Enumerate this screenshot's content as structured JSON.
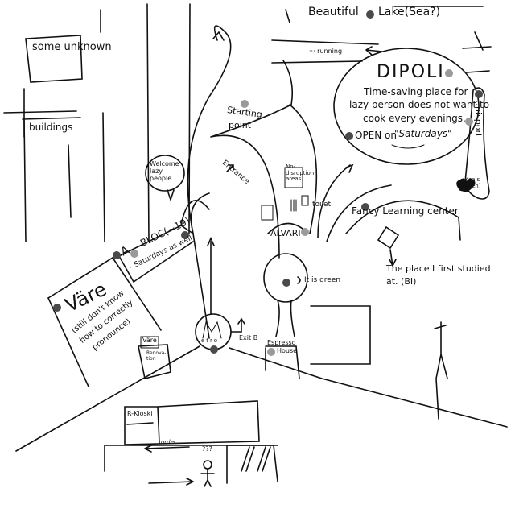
{
  "colors": {
    "ink": "#111111",
    "dot_dark": "#4a4a4a",
    "dot_light": "#9a9a9a"
  },
  "unknown": {
    "label": "some unknown",
    "buildings": "buildings"
  },
  "lake": {
    "beautiful": "Beautiful",
    "name": "Lake(Sea?)",
    "running": "··· running"
  },
  "dipoli": {
    "name": "DIPOLI",
    "desc1": "Time-saving place for",
    "desc2": "lazy person does not want to",
    "desc3": "cook every evenings.",
    "open": "OPEN on",
    "saturdays": "\"Saturdays\""
  },
  "unisport": {
    "name": "Unisport",
    "sub": "(Keals Fitten)"
  },
  "alvari": {
    "start": "Starting",
    "point": "point",
    "entrance": "Entrance",
    "no_disruption": "No-disruption areas",
    "info": "I",
    "toilet": "toilet",
    "name": "ALVARI"
  },
  "learning": {
    "name": "Fancy Learning center",
    "note1": "The place I first studied",
    "note2": "at. (BI)"
  },
  "tree": {
    "note": "It is green"
  },
  "welcome": {
    "text": "Welcome lazy people"
  },
  "abloc": {
    "a": "A",
    "name": "BLOC(~19)",
    "note": "- Saturdays as well"
  },
  "vare": {
    "name": "Väre",
    "note1": "(still don't know",
    "note2": "how to correctly",
    "note3": "pronounce)"
  },
  "vare_small": {
    "name": "Väre",
    "renovation": "Renova-tion"
  },
  "metro": {
    "name": "etro",
    "exit": "Exit B"
  },
  "espresso": {
    "name1": "Espresso",
    "name2": "House"
  },
  "station": {
    "kiosk": "R-Kioski",
    "order": "order",
    "confused": "???"
  }
}
